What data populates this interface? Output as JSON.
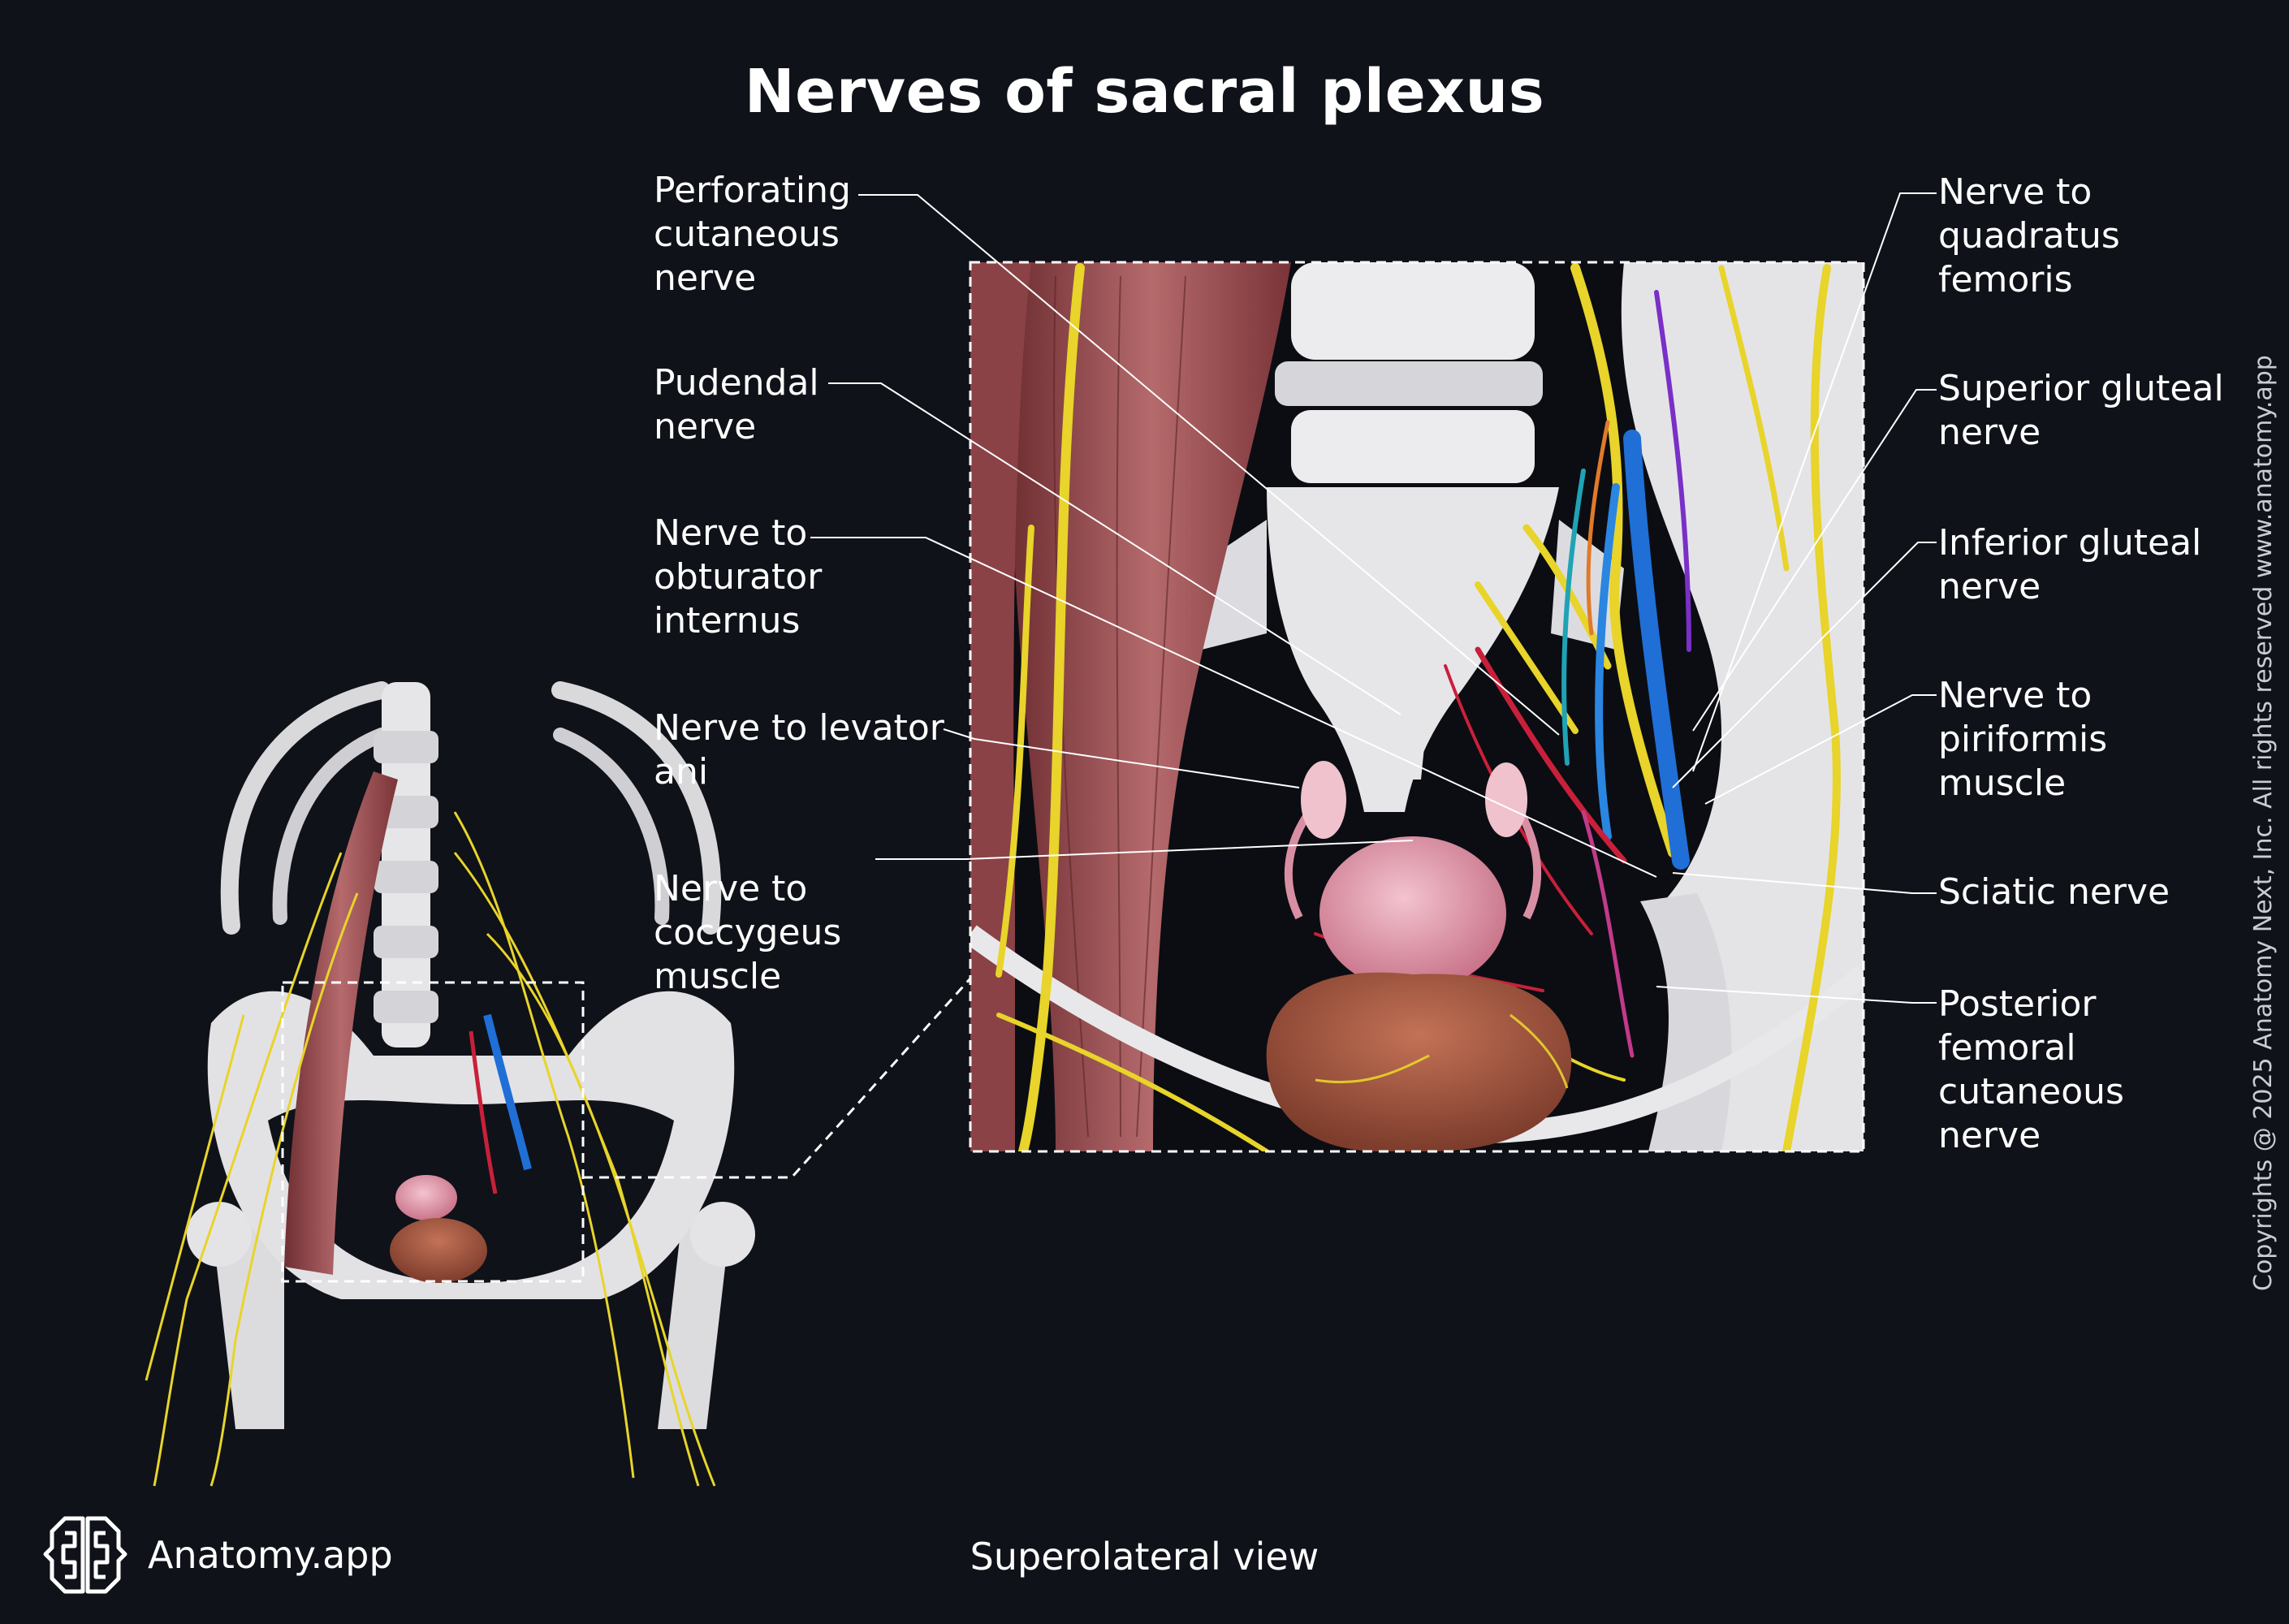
{
  "title": "Nerves of sacral plexus",
  "view": "Superolateral view",
  "brand": {
    "name": "Anatomy.app",
    "icon": "brain-logo-icon"
  },
  "copyright": "Copyrights @ 2025 Anatomy Next, Inc. All rights reserved www.anatomy.app",
  "labels_left": [
    {
      "id": "perforating-cutaneous-nerve",
      "text": "Perforating\ncutaneous\nnerve"
    },
    {
      "id": "pudendal-nerve",
      "text": "Pudendal\nnerve"
    },
    {
      "id": "nerve-to-obturator-internus",
      "text": "Nerve to\nobturator\ninternus"
    },
    {
      "id": "nerve-to-levator-ani",
      "text": "Nerve to levator\nani"
    },
    {
      "id": "nerve-to-coccygeus-muscle",
      "text": "Nerve to\ncoccygeus\nmuscle"
    }
  ],
  "labels_right": [
    {
      "id": "nerve-to-quadratus-femoris",
      "text": "Nerve to\nquadratus\nfemoris"
    },
    {
      "id": "superior-gluteal-nerve",
      "text": "Superior gluteal\nnerve"
    },
    {
      "id": "inferior-gluteal-nerve",
      "text": "Inferior gluteal\nnerve"
    },
    {
      "id": "nerve-to-piriformis-muscle",
      "text": "Nerve to\npiriformis\nmuscle"
    },
    {
      "id": "sciatic-nerve",
      "text": "Sciatic nerve"
    },
    {
      "id": "posterior-femoral-cutaneous-nerve",
      "text": "Posterior\nfemoral\ncutaneous\nnerve"
    }
  ],
  "colors": {
    "background": "#0f1218",
    "bone": "#e6e6e8",
    "muscle": "#9c4e52",
    "nerve": "#e8d42a",
    "organ": "#d98fa3",
    "bladder": "#a65a42",
    "vein": "#1f6fd6",
    "artery": "#c8203a"
  }
}
